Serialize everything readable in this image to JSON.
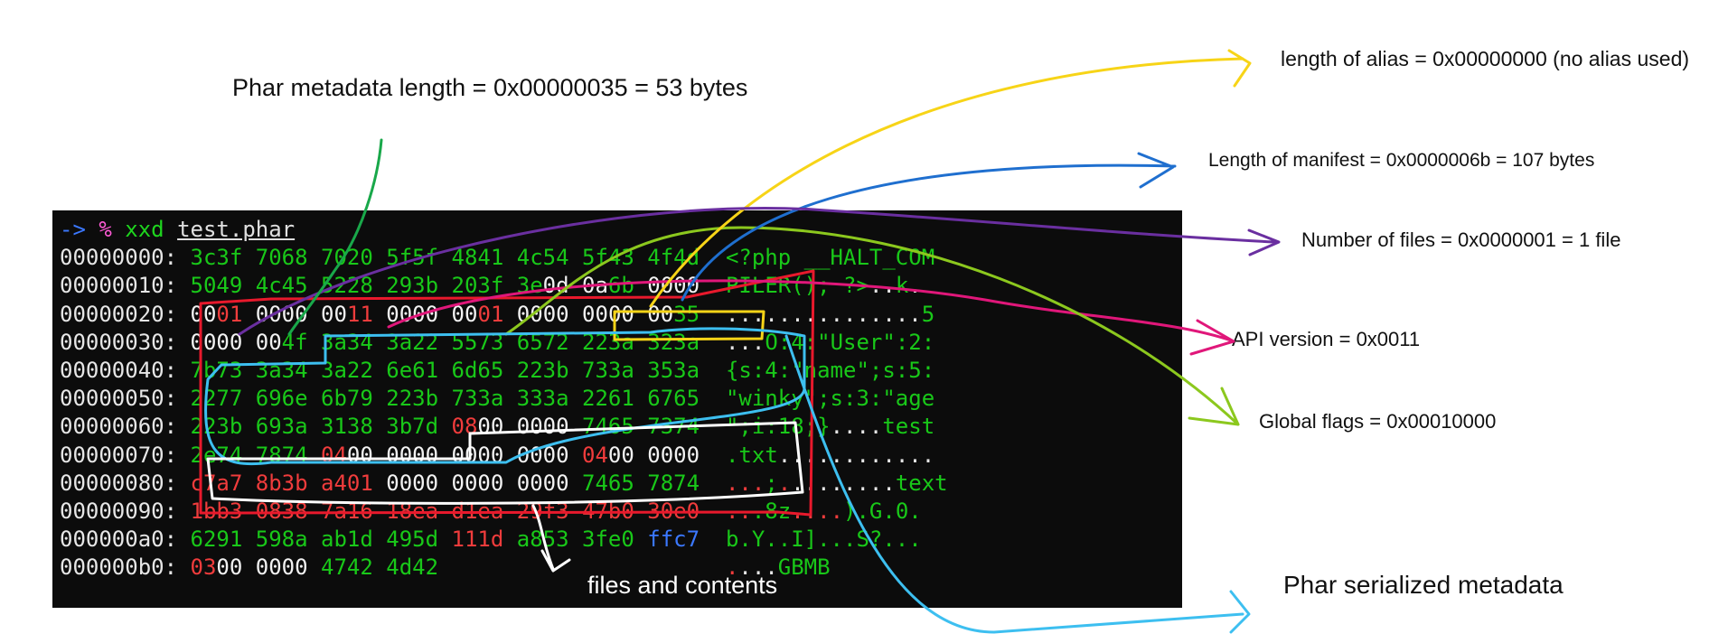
{
  "terminal": {
    "prompt_arrow": "->",
    "prompt_symbol": "%",
    "command": "xxd",
    "argument": "test.phar",
    "rows": [
      {
        "offset": "00000000",
        "hex": [
          [
            [
              "3c3f",
              "g"
            ]
          ],
          [
            [
              "7068",
              "g"
            ]
          ],
          [
            [
              "7020",
              "g"
            ]
          ],
          [
            [
              "5f5f",
              "g"
            ]
          ],
          [
            [
              "4841",
              "g"
            ]
          ],
          [
            [
              "4c54",
              "g"
            ]
          ],
          [
            [
              "5f43",
              "g"
            ]
          ],
          [
            [
              "4f4d",
              "g"
            ]
          ]
        ],
        "ascii": [
          [
            "<?php __HALT_COM",
            "a-g"
          ]
        ]
      },
      {
        "offset": "00000010",
        "hex": [
          [
            [
              "5049",
              "g"
            ]
          ],
          [
            [
              "4c45",
              "g"
            ]
          ],
          [
            [
              "5228",
              "g"
            ]
          ],
          [
            [
              "293b",
              "g"
            ]
          ],
          [
            [
              "203f",
              "g"
            ]
          ],
          [
            [
              "3e",
              "g"
            ],
            [
              "0d",
              "w"
            ]
          ],
          [
            [
              "0a",
              "w"
            ],
            [
              "6b",
              "g"
            ]
          ],
          [
            [
              "0000",
              "w"
            ]
          ]
        ],
        "ascii": [
          [
            "PILER(); ?>",
            "a-g"
          ],
          [
            "..",
            "a-w"
          ],
          [
            "k",
            "a-g"
          ],
          [
            ".",
            "a-w"
          ]
        ]
      },
      {
        "offset": "00000020",
        "hex": [
          [
            [
              "00",
              "w"
            ],
            [
              "01",
              "r"
            ]
          ],
          [
            [
              "0000",
              "w"
            ]
          ],
          [
            [
              "00",
              "w"
            ],
            [
              "11",
              "r"
            ]
          ],
          [
            [
              "0000",
              "w"
            ]
          ],
          [
            [
              "00",
              "w"
            ],
            [
              "01",
              "r"
            ]
          ],
          [
            [
              "0000",
              "w"
            ]
          ],
          [
            [
              "0000",
              "w"
            ]
          ],
          [
            [
              "00",
              "w"
            ],
            [
              "35",
              "g"
            ]
          ]
        ],
        "ascii": [
          [
            "...............",
            "a-w"
          ],
          [
            "5",
            "a-g"
          ]
        ]
      },
      {
        "offset": "00000030",
        "hex": [
          [
            [
              "0000",
              "w"
            ]
          ],
          [
            [
              "00",
              "w"
            ],
            [
              "4f",
              "g"
            ]
          ],
          [
            [
              "3a34",
              "g"
            ]
          ],
          [
            [
              "3a22",
              "g"
            ]
          ],
          [
            [
              "5573",
              "g"
            ]
          ],
          [
            [
              "6572",
              "g"
            ]
          ],
          [
            [
              "223a",
              "g"
            ]
          ],
          [
            [
              "323a",
              "g"
            ]
          ]
        ],
        "ascii": [
          [
            "...",
            "a-w"
          ],
          [
            "O:4:\"User\":2:",
            "a-g"
          ]
        ]
      },
      {
        "offset": "00000040",
        "hex": [
          [
            [
              "7b73",
              "g"
            ]
          ],
          [
            [
              "3a34",
              "g"
            ]
          ],
          [
            [
              "3a22",
              "g"
            ]
          ],
          [
            [
              "6e61",
              "g"
            ]
          ],
          [
            [
              "6d65",
              "g"
            ]
          ],
          [
            [
              "223b",
              "g"
            ]
          ],
          [
            [
              "733a",
              "g"
            ]
          ],
          [
            [
              "353a",
              "g"
            ]
          ]
        ],
        "ascii": [
          [
            "{s:4:\"name\";s:5:",
            "a-g"
          ]
        ]
      },
      {
        "offset": "00000050",
        "hex": [
          [
            [
              "2277",
              "g"
            ]
          ],
          [
            [
              "696e",
              "g"
            ]
          ],
          [
            [
              "6b79",
              "g"
            ]
          ],
          [
            [
              "223b",
              "g"
            ]
          ],
          [
            [
              "733a",
              "g"
            ]
          ],
          [
            [
              "333a",
              "g"
            ]
          ],
          [
            [
              "2261",
              "g"
            ]
          ],
          [
            [
              "6765",
              "g"
            ]
          ]
        ],
        "ascii": [
          [
            "\"winky\";s:3:\"age",
            "a-g"
          ]
        ]
      },
      {
        "offset": "00000060",
        "hex": [
          [
            [
              "223b",
              "g"
            ]
          ],
          [
            [
              "693a",
              "g"
            ]
          ],
          [
            [
              "3138",
              "g"
            ]
          ],
          [
            [
              "3b7d",
              "g"
            ]
          ],
          [
            [
              "08",
              "r"
            ],
            [
              "00",
              "w"
            ]
          ],
          [
            [
              "0000",
              "w"
            ]
          ],
          [
            [
              "7465",
              "g"
            ]
          ],
          [
            [
              "7374",
              "g"
            ]
          ]
        ],
        "ascii": [
          [
            "\";i:18;}",
            "a-g"
          ],
          [
            "....",
            "a-w"
          ],
          [
            "test",
            "a-g"
          ]
        ]
      },
      {
        "offset": "00000070",
        "hex": [
          [
            [
              "2e74",
              "g"
            ]
          ],
          [
            [
              "7874",
              "g"
            ]
          ],
          [
            [
              "04",
              "r"
            ],
            [
              "00",
              "w"
            ]
          ],
          [
            [
              "0000",
              "w"
            ]
          ],
          [
            [
              "0000",
              "w"
            ]
          ],
          [
            [
              "0000",
              "w"
            ]
          ],
          [
            [
              "04",
              "r"
            ],
            [
              "00",
              "w"
            ]
          ],
          [
            [
              "0000",
              "w"
            ]
          ]
        ],
        "ascii": [
          [
            ".txt",
            "a-g"
          ],
          [
            "............",
            "a-w"
          ]
        ]
      },
      {
        "offset": "00000080",
        "hex": [
          [
            [
              "c7a7",
              "r"
            ]
          ],
          [
            [
              "8b3b",
              "r"
            ]
          ],
          [
            [
              "a401",
              "r"
            ]
          ],
          [
            [
              "0000",
              "w"
            ]
          ],
          [
            [
              "0000",
              "w"
            ]
          ],
          [
            [
              "0000",
              "w"
            ]
          ],
          [
            [
              "7465",
              "g"
            ]
          ],
          [
            [
              "7874",
              "g"
            ]
          ]
        ],
        "ascii": [
          [
            "...",
            "a-r"
          ],
          [
            ";",
            "a-g"
          ],
          [
            ".",
            "a-r"
          ],
          [
            "........",
            "a-w"
          ],
          [
            "text",
            "a-g"
          ]
        ]
      },
      {
        "offset": "00000090",
        "hex": [
          [
            [
              "1bb3",
              "r"
            ]
          ],
          [
            [
              "0838",
              "r"
            ]
          ],
          [
            [
              "7a16",
              "r"
            ]
          ],
          [
            [
              "18ea",
              "r"
            ]
          ],
          [
            [
              "d1ea",
              "r"
            ]
          ],
          [
            [
              "29f3",
              "r"
            ]
          ],
          [
            [
              "47b0",
              "r"
            ]
          ],
          [
            [
              "30e0",
              "r"
            ]
          ]
        ],
        "ascii": [
          [
            "..",
            "a-r"
          ],
          [
            ".8z",
            "a-g"
          ],
          [
            "....",
            "a-r"
          ],
          [
            ").G.0.",
            "a-g"
          ]
        ]
      },
      {
        "offset": "000000a0",
        "hex": [
          [
            [
              "6291",
              "g"
            ]
          ],
          [
            [
              "598a",
              "g"
            ]
          ],
          [
            [
              "ab1d",
              "g"
            ]
          ],
          [
            [
              "495d",
              "g"
            ]
          ],
          [
            [
              "111d",
              "r"
            ]
          ],
          [
            [
              "a853",
              "g"
            ]
          ],
          [
            [
              "3fe0",
              "g"
            ]
          ],
          [
            [
              "ffc7",
              "b"
            ]
          ]
        ],
        "ascii": [
          [
            "b.Y..I]...S?...",
            "a-g"
          ]
        ]
      },
      {
        "offset": "000000b0",
        "hex": [
          [
            [
              "03",
              "r"
            ],
            [
              "00",
              "w"
            ]
          ],
          [
            [
              "0000",
              "w"
            ]
          ],
          [
            [
              "4742",
              "g"
            ]
          ],
          [
            [
              "4d42",
              "g"
            ]
          ]
        ],
        "ascii": [
          [
            ".",
            "a-r"
          ],
          [
            "...",
            "a-w"
          ],
          [
            "GBMB",
            "a-g"
          ]
        ]
      }
    ]
  },
  "annotations": {
    "metadata_length": "Phar metadata length = 0x00000035 = 53 bytes",
    "alias_length": "length of alias = 0x00000000 (no alias used)",
    "manifest_length": "Length of manifest = 0x0000006b = 107 bytes",
    "number_of_files": "Number of files = 0x0000001 = 1 file",
    "api_version": "API version = 0x0011",
    "global_flags": "Global flags = 0x00010000",
    "files_contents": "files and contents",
    "serialized_metadata": "Phar serialized metadata"
  },
  "colors": {
    "terminal_bg": "#0c0c0c",
    "hex_green": "#19c819",
    "hex_white": "#f2f2f2",
    "hex_red": "#f03c3c",
    "hex_blue": "#3b78ff",
    "marker_red": "#e8192c",
    "marker_white": "#ffffff",
    "marker_cyan": "#3dbff0",
    "marker_yellow": "#f7d417",
    "marker_lime": "#8cc81e",
    "marker_purple": "#6a2fa0",
    "marker_blue": "#1f6fcf",
    "marker_pink": "#e0177a",
    "marker_green": "#19a84a"
  }
}
